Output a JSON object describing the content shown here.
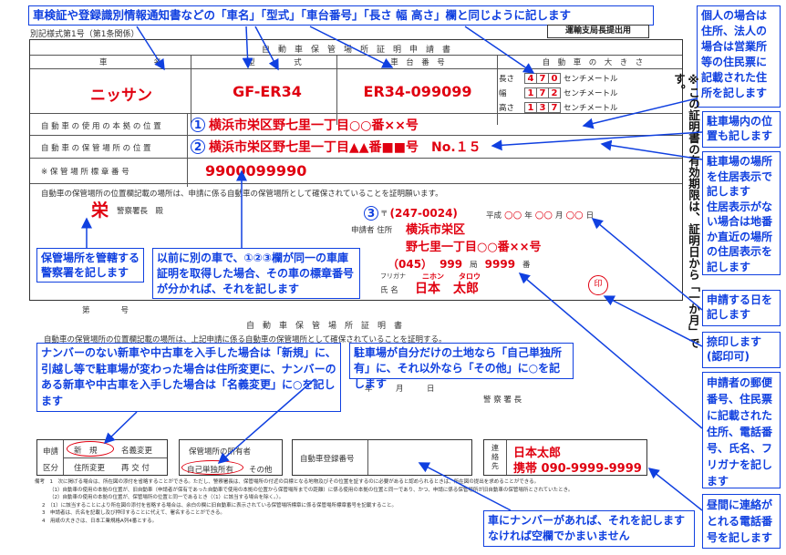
{
  "top_note": "車検証や登録識別情報通知書などの「車名」「型式」「車台番号」「長さ 幅 高さ」欄と同じように記します",
  "form_ref": "別記様式第1号（第1条関係）",
  "submit_label": "運輸支局長提出用",
  "form_title": "自　動　車　保　管　場　所　証　明　申　請　書",
  "col_headers": {
    "name": "車　　　　　　名",
    "model": "型　　　　　式",
    "chassis": "車　台　番　号",
    "size": "自　動　車　の　大　き　さ"
  },
  "vehicle": {
    "name": "ニッサン",
    "model": "GF-ER34",
    "chassis": "ER34-099099"
  },
  "size": {
    "length_label": "長さ",
    "width_label": "幅",
    "height_label": "高さ",
    "unit": "センチメートル",
    "length": [
      "4",
      "7",
      "0"
    ],
    "width": [
      "1",
      "7",
      "2"
    ],
    "height": [
      "1",
      "3",
      "7"
    ]
  },
  "rows": {
    "base_label": "自 動 車 の 使 用 の 本 拠 の 位 置",
    "base_num": "1",
    "base_value": "横浜市栄区野七里一丁目○○番××号",
    "parking_label": "自 動 車 の 保 管 場 所 の 位 置",
    "parking_num": "2",
    "parking_value": "横浜市栄区野七里一丁目▲▲番■■号　No.１５",
    "plate_label": "※ 保 管 場 所 標 章 番 号",
    "plate_value": "9900099990"
  },
  "request_text": "自動車の保管場所の位置欄記載の場所は、申請に係る自動車の保管場所として確保されていることを証明願います。",
  "police": {
    "name": "栄",
    "suffix": "警察署長　殿"
  },
  "applicant": {
    "num": "3",
    "postal_mark": "〒",
    "postal": "(247-0024)",
    "date_prefix": "平成",
    "date_mark": "○○",
    "year": "年",
    "month": "月",
    "day": "日",
    "applicant_label": "申請者 住所",
    "addr1": "横浜市栄区",
    "addr2": "野七里一丁目○○番××号",
    "phone_a": "（045）",
    "phone_b": "999",
    "phone_sep1": "局",
    "phone_c": "9999",
    "phone_sep2": "番",
    "furigana_label": "フリガナ",
    "furigana": "ニホン　　タロウ",
    "name_label": "氏 名",
    "name": "日本　太郎",
    "seal": "印"
  },
  "cert": {
    "no_label": "第　　　　号",
    "title": "自　動　車　保　管　場　所　証　明　書",
    "text": "自動車の保管場所の位置欄記載の場所は、上記申請に係る自動車の保管場所として確保されていることを証明する。",
    "date": "年　　　月　　　日",
    "chief": "警 察 署 長"
  },
  "bottom": {
    "apply_label": "申請",
    "kubun_label": "区分",
    "opt_new": "新　規",
    "opt_change_name": "名義変更",
    "opt_addr": "住所変更",
    "opt_swap": "再 交 付",
    "owner_title": "保管場所の所有者",
    "owner_self": "自己単独所有",
    "owner_other": "その他",
    "reg_label": "自動車登録番号",
    "contact_label": "連絡先",
    "contact_name": "日本太郎",
    "contact_phone": "携帯 090-9999-9999"
  },
  "footnotes": [
    "備考　1　次に掲げる場合は、所在図の添付を省略することができる。ただし、警察署長は、保管場所の付近の目標となる地物及びその位置を証するのに必要があると認められるときは、所在図の提出を求めることができる。",
    "（1）自動車の使用の本拠の位置が、旧自動車（申請者が保有であった自動車で使用の本拠の位置から保管場所までの距離）に係る使用の本拠の位置と同一であり、かつ、申請に係る保管場所が旧自動車の保管場所とされていたとき。",
    "（2）自動車の使用の本拠の位置が、保管場所の位置と同一であるとき（（1）に該当する場合を除く。）。",
    "2　（1）に該当することにより所在図の添付を省略する場合は、余白の欄に旧自動車に表示されている保管場所標章に係る保管場所標章番号を記載すること。",
    "3　申請者は、氏名を記載し及び押印することに代えて、署名することができる。",
    "4　用紙の大きさは、日本工業規格A列4番とする。"
  ],
  "notes": {
    "corp": "個人の場合は住所、法人の場合は営業所等の住民票に記載された住所を記します",
    "vertical": "※この証明書の有効期限は、証明日から「一か月」です。",
    "parking_pos": "駐車場内の位置も記します",
    "parking_addr": "駐車場の場所を住居表示で記します\n住居表示がない場合は地番か直近の場所の住居表示を記します",
    "police_note": "保管場所を管轄する警察署を記します",
    "prev_note": "以前に別の車で、①②③欄が同一の車庫証明を取得した場合、その車の標章番号が分かれば、それを記します",
    "date_note": "申請する日を記します",
    "seal_note": "捺印します(認印可)",
    "applicant_note": "申請者の郵便番号、住民票に記載された住所、電話番号、氏名、フリガナを記します",
    "kubun_note": "ナンバーのない新車や中古車を入手した場合は「新規」に、引越し等で駐車場が変わった場合は住所変更に、ナンバーのある新車や中古車を入手した場合は「名義変更」に○を記します",
    "owner_note": "駐車場が自分だけの土地なら「自己単独所有」に、それ以外なら「その他」に○を記します",
    "plate_note": "車にナンバーがあれば、それを記します\nなければ空欄でかまいません",
    "contact_note": "昼間に連絡がとれる電話番号を記します"
  },
  "colors": {
    "accent": "#1040e0",
    "fill": "#e00010"
  }
}
